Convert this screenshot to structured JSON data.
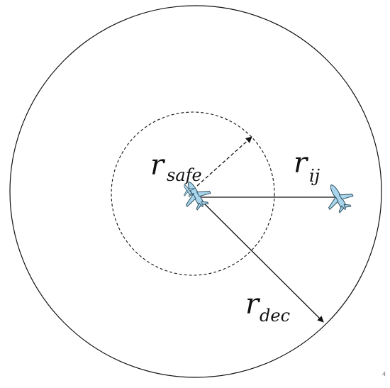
{
  "diagram": {
    "labels": {
      "r_safe": {
        "main": "r",
        "sub": "safe"
      },
      "r_ij": {
        "main": "r",
        "sub": "ij"
      },
      "r_dec": {
        "main": "r",
        "sub": "dec"
      }
    },
    "corner_mark": "4"
  },
  "colors": {
    "stroke": "#111111",
    "aircraft_fill": "#a9d6ec",
    "aircraft_stroke": "#2f4f5f"
  }
}
